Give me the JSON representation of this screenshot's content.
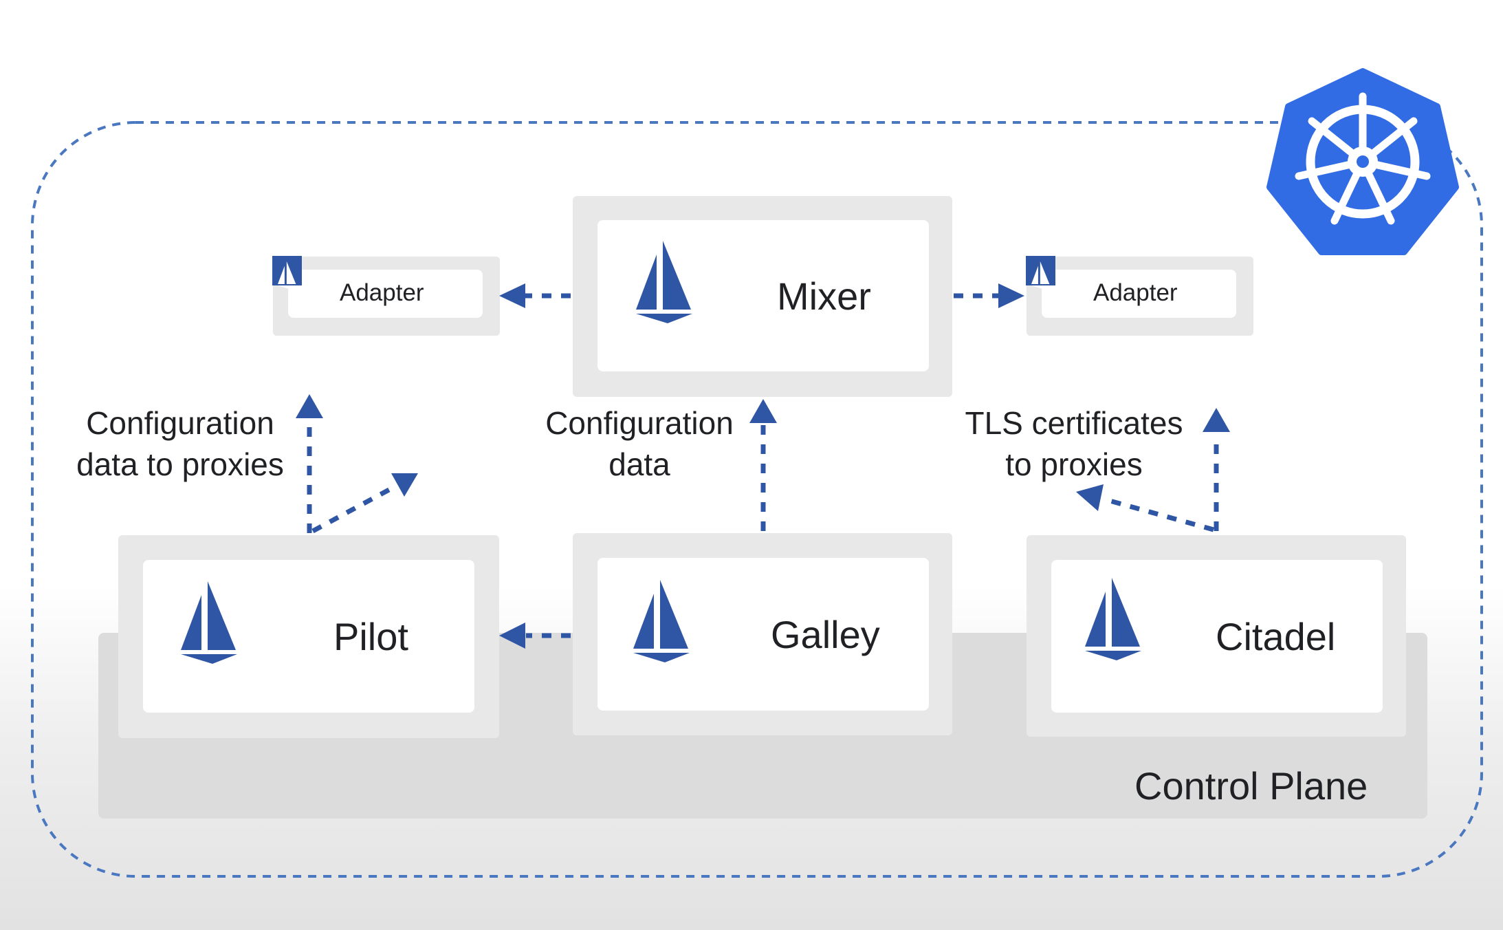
{
  "components": {
    "mixer": "Mixer",
    "pilot": "Pilot",
    "galley": "Galley",
    "citadel": "Citadel"
  },
  "adapters": {
    "left": "Adapter",
    "right": "Adapter"
  },
  "annotations": {
    "pilot_line1": "Configuration",
    "pilot_line2": "data to proxies",
    "galley_line1": "Configuration",
    "galley_line2": "data",
    "citadel_line1": "TLS certificates",
    "citadel_line2": "to proxies"
  },
  "control_plane": "Control Plane",
  "colors": {
    "accent": "#2f56a4",
    "kubernetes_blue": "#326ce5",
    "box_outer": "#e8e8e8",
    "box_inner": "#ffffff",
    "text": "#202124"
  },
  "icons": {
    "component_icon": "sailboat-icon",
    "logo": "kubernetes-helm-icon"
  }
}
